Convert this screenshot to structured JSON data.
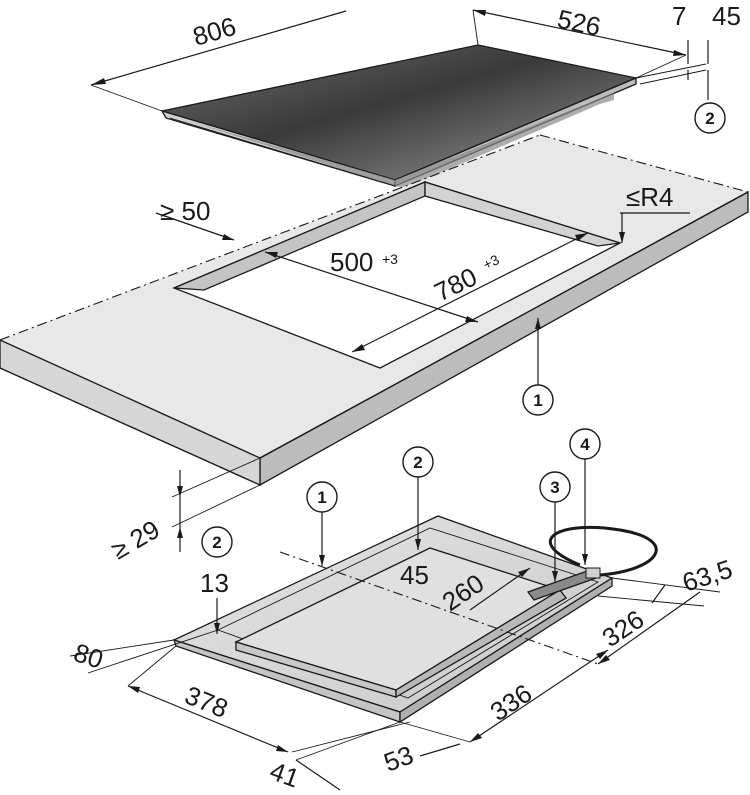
{
  "diagram": {
    "hob_top": {
      "width": "806",
      "depth": "526",
      "glass_thickness": "7",
      "overall_height": "45",
      "callout": "2"
    },
    "worktop": {
      "edge_distance": "≥ 50",
      "cutout_depth": "500",
      "cutout_depth_tol": "+3",
      "cutout_width": "780",
      "cutout_width_tol": "+3",
      "corner_radius": "≤R4",
      "callout": "1",
      "thickness": "≥ 29"
    },
    "hob_bottom": {
      "callout_1": "1",
      "callout_2": "2",
      "callout_2b": "2",
      "callout_3": "3",
      "callout_4": "4",
      "dim_13": "13",
      "dim_45": "45",
      "dim_260": "260",
      "dim_63_5": "63,5",
      "dim_326": "326",
      "dim_336": "336",
      "dim_80": "80",
      "dim_378": "378",
      "dim_53": "53",
      "dim_41": "41"
    },
    "colors": {
      "glass_dark": "#3c3c3c",
      "glass_light": "#a8a8a8",
      "worktop_top": "#e6e6e6",
      "worktop_edge": "#bdbdbd",
      "hob_body": "#dcdcdc"
    }
  }
}
